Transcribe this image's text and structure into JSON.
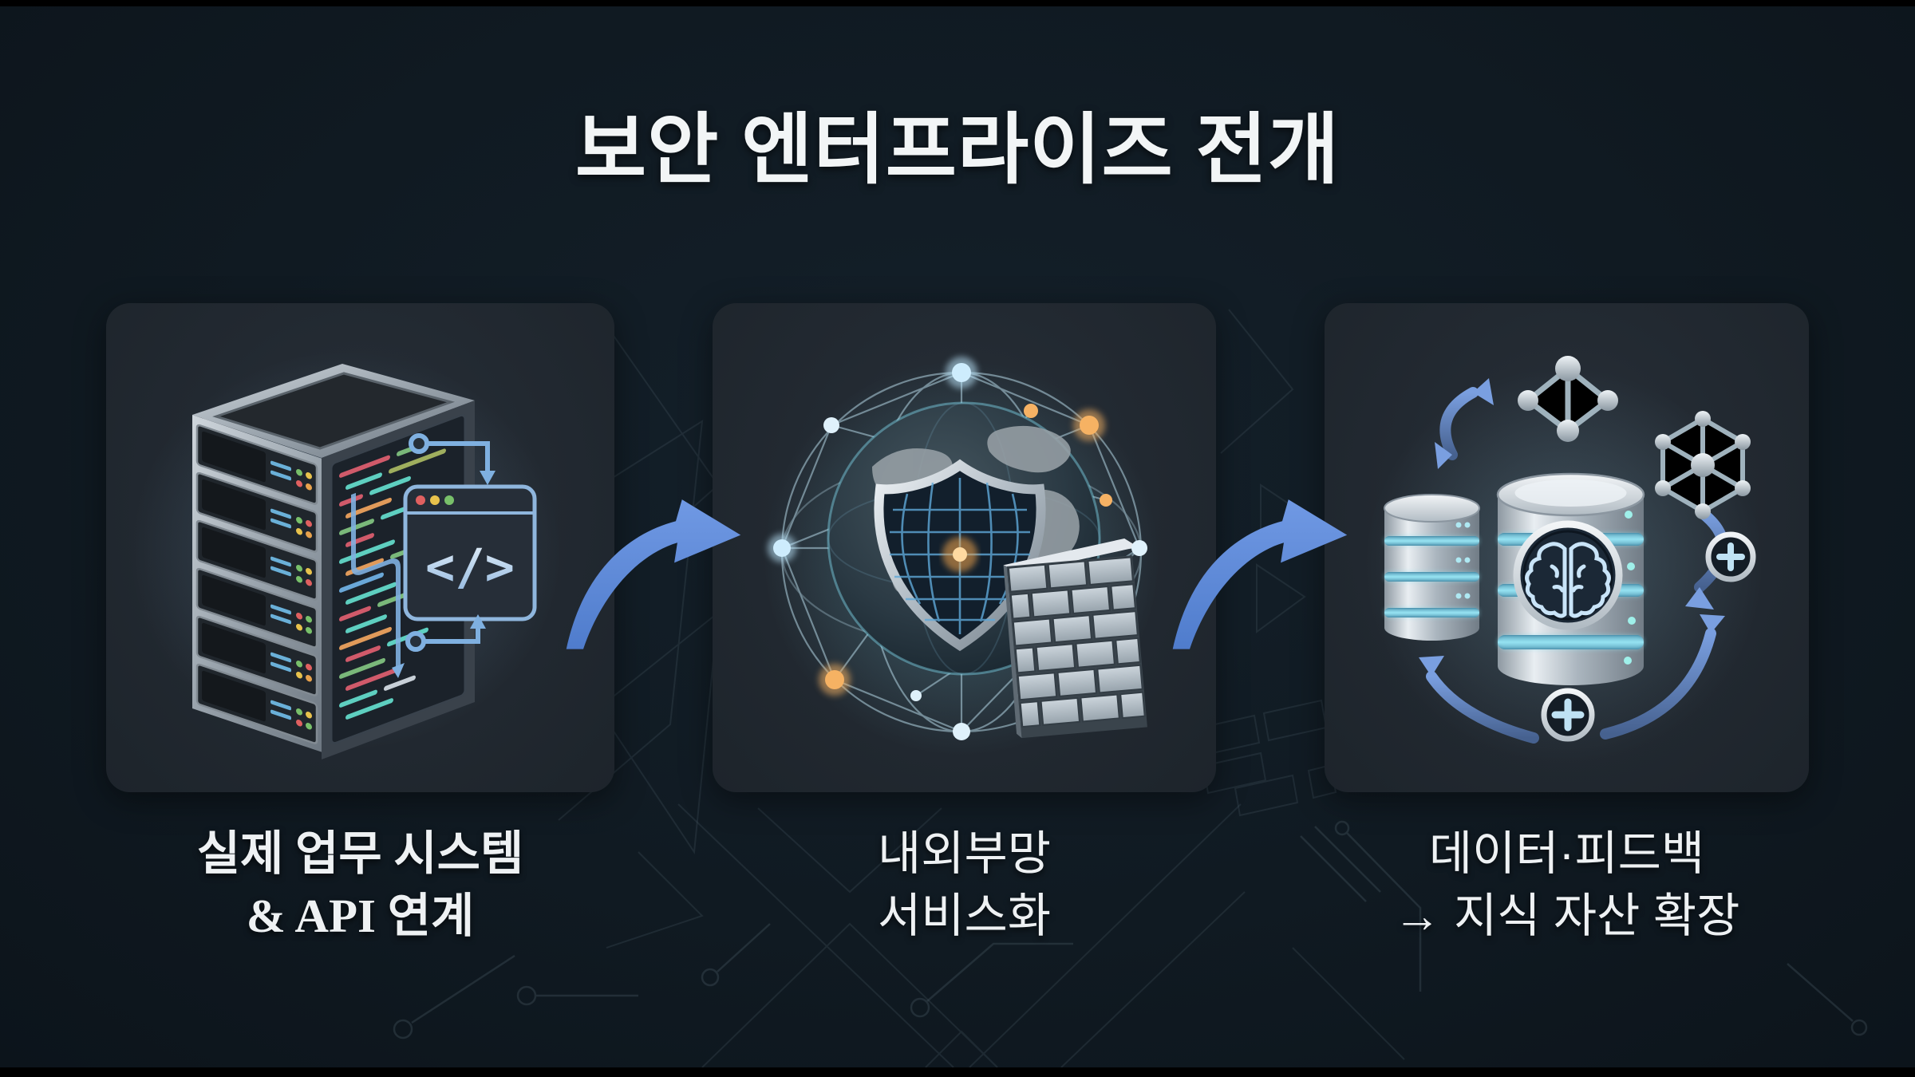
{
  "slide": {
    "title": "보안 엔터프라이즈 전개"
  },
  "steps": [
    {
      "id": "business-systems",
      "icon": "server-rack-code-icon",
      "code_glyph": "</>",
      "caption_line1": "실제 업무 시스템",
      "caption_line2": "& API 연계"
    },
    {
      "id": "network-servicization",
      "icon": "globe-shield-firewall-icon",
      "caption_line1": "내외부망",
      "caption_line2": "서비스화"
    },
    {
      "id": "knowledge-expansion",
      "icon": "database-brain-growth-icon",
      "caption_line1": "데이터·피드백",
      "caption_line2": "→ 지식 자산 확장"
    }
  ],
  "connectors": [
    {
      "icon": "curved-arrow-right-icon"
    },
    {
      "icon": "curved-arrow-right-icon"
    }
  ],
  "background_motifs": [
    "circuit-trace-pattern",
    "brick-wall-pattern",
    "polygon-mesh-pattern"
  ],
  "colors": {
    "background": "#101a22",
    "card": "#222931",
    "text": "#f2f5f6",
    "arrow_blue": "#5b87d8",
    "glow_cyan": "#7fd4e8",
    "node_orange": "#f0b060",
    "led_green": "#78c06a",
    "led_amber": "#e8c24c",
    "led_red": "#e06060"
  }
}
